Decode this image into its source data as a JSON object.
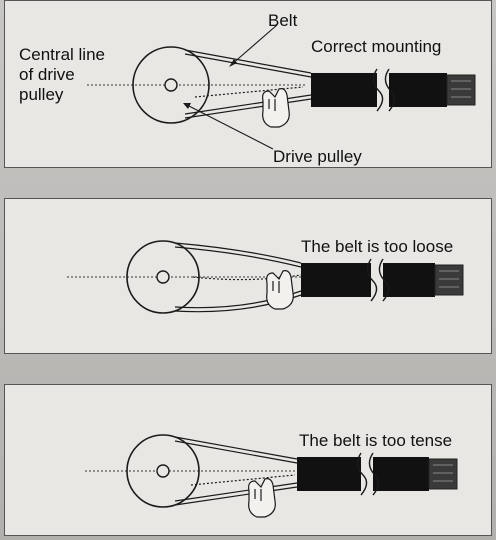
{
  "labels": {
    "central_line": "Central line of drive pulley",
    "belt": "Belt",
    "drive_pulley": "Drive pulley",
    "correct_mounting": "Correct mounting",
    "too_loose": "The belt is too loose",
    "too_tense": "The belt is too tense"
  },
  "colors": {
    "line": "#1a1a1a",
    "motor_body": "#111111",
    "panel_bg": "#e8e7e4",
    "background": "#bdbbb8"
  },
  "icons": [
    "pulley-icon",
    "motor-icon",
    "hand-icon",
    "break-mark-icon"
  ]
}
